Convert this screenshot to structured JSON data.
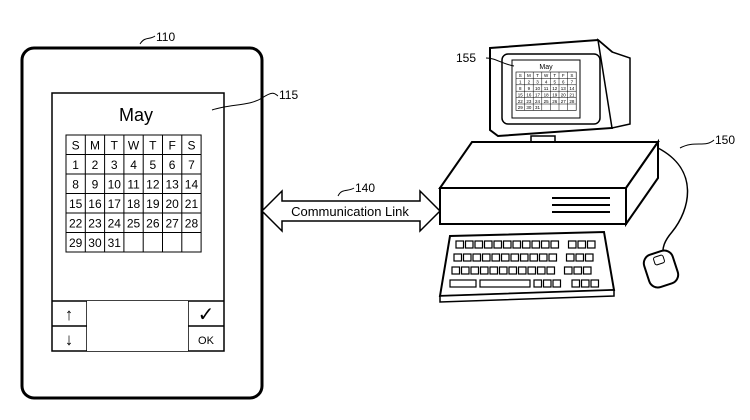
{
  "labels": {
    "device_ref": "110",
    "display_ref": "115",
    "link_ref": "140",
    "computer_ref": "150",
    "monitor_ref": "155"
  },
  "link": {
    "label": "Communication Link"
  },
  "calendar": {
    "month": "May",
    "weekdays": [
      "S",
      "M",
      "T",
      "W",
      "T",
      "F",
      "S"
    ],
    "days": [
      1,
      2,
      3,
      4,
      5,
      6,
      7,
      8,
      9,
      10,
      11,
      12,
      13,
      14,
      15,
      16,
      17,
      18,
      19,
      20,
      21,
      22,
      23,
      24,
      25,
      26,
      27,
      28,
      29,
      30,
      31
    ]
  },
  "device_controls": {
    "up_arrow": "↑",
    "down_arrow": "↓",
    "check": "✓",
    "ok_label": "OK"
  },
  "monitor_calendar": {
    "month": "May",
    "weekdays": [
      "S",
      "M",
      "T",
      "W",
      "T",
      "F",
      "S"
    ],
    "days": [
      1,
      2,
      3,
      4,
      5,
      6,
      7,
      8,
      9,
      10,
      11,
      12,
      13,
      14,
      15,
      16,
      17,
      18,
      19,
      20,
      21,
      22,
      23,
      24,
      25,
      26,
      27,
      28,
      29,
      30,
      31
    ]
  }
}
